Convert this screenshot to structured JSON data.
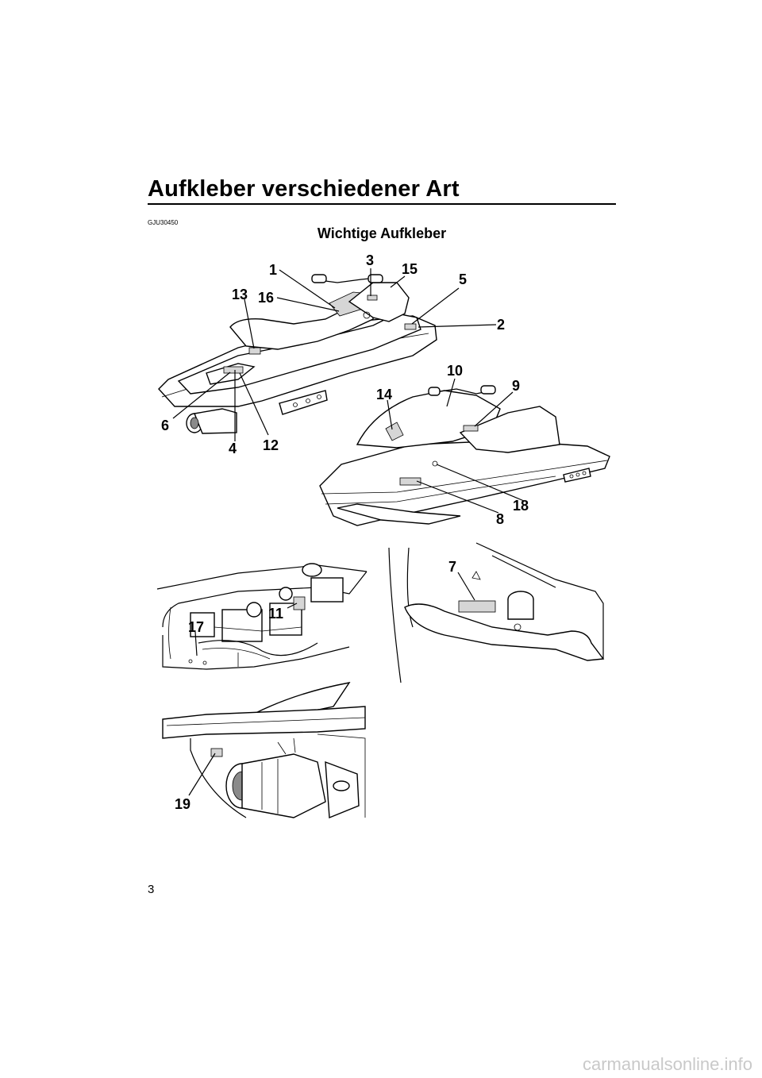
{
  "page": {
    "title": "Aufkleber verschiedener Art",
    "section_code": "GJU30450",
    "section_heading": "Wichtige Aufkleber",
    "page_number": "3",
    "watermark": "carmanualsonline.info"
  },
  "callouts": {
    "c1": "1",
    "c2": "2",
    "c3": "3",
    "c4": "4",
    "c5": "5",
    "c6": "6",
    "c7": "7",
    "c8": "8",
    "c9": "9",
    "c10": "10",
    "c11": "11",
    "c12": "12",
    "c13": "13",
    "c14": "14",
    "c15": "15",
    "c16": "16",
    "c17": "17",
    "c18": "18",
    "c19": "19"
  }
}
